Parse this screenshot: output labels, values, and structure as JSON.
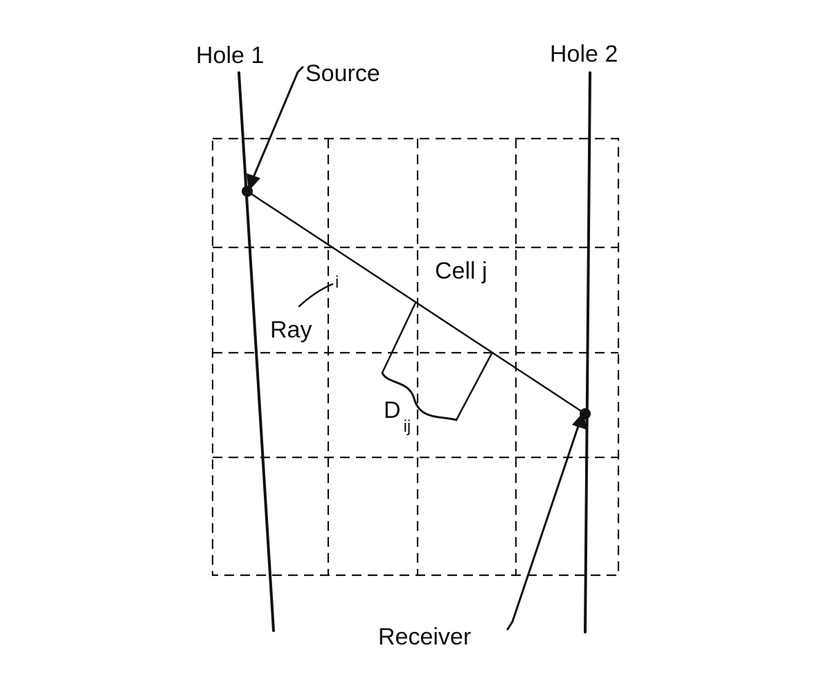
{
  "labels": {
    "hole1": "Hole 1",
    "hole2": "Hole 2",
    "source": "Source",
    "receiver": "Receiver",
    "cell": "Cell j",
    "ray": "Ray",
    "ray_index": "i",
    "segment_main": "D",
    "segment_sub": "ij"
  },
  "colors": {
    "ink": "#111111",
    "background": "#ffffff"
  }
}
